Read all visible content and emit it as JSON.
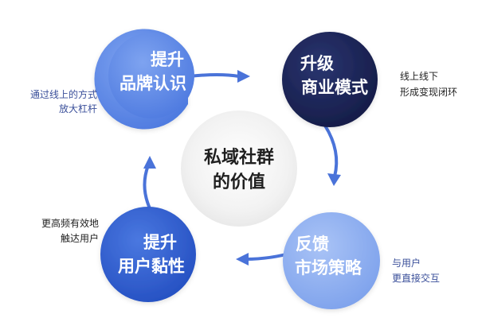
{
  "center": {
    "line1": "私域社群",
    "line2": "的价值"
  },
  "nodes": {
    "top_left": {
      "line1": "提升",
      "line2": "品牌认识",
      "color": "#5b86e5"
    },
    "top_right": {
      "line1": "升级",
      "line2": "商业模式",
      "color": "#1b2354"
    },
    "bottom_left": {
      "line1": "提升",
      "line2": "用户黏性",
      "color": "#2f5ccf"
    },
    "bottom_right": {
      "line1": "反馈",
      "line2": "市场策略",
      "color": "#8fb0f0"
    }
  },
  "notes": {
    "top_left": {
      "line1": "通过线上的方式",
      "line2": "放大杠杆"
    },
    "top_right": {
      "line1": "线上线下",
      "line2": "形成变现闭环"
    },
    "bottom_left": {
      "line1": "更高频有效地",
      "line2": "触达用户"
    },
    "bottom_right": {
      "line1": "与用户",
      "line2": "更直接交互"
    }
  },
  "colors": {
    "arrow": "#4a73d9",
    "center_fill": "#f0f0f0",
    "note_blue": "#3a4f9a",
    "note_dark": "#222222"
  }
}
